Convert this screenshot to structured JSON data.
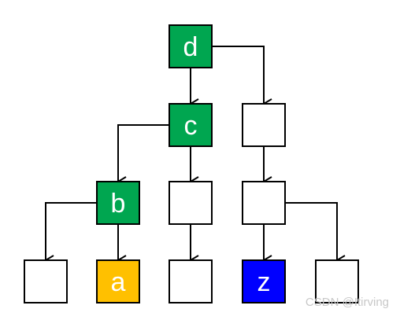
{
  "diagram": {
    "nodes": [
      {
        "id": "d",
        "label": "d",
        "fill": "#00a650",
        "text_color": "#ffffff"
      },
      {
        "id": "c",
        "label": "c",
        "fill": "#00a650",
        "text_color": "#ffffff"
      },
      {
        "id": "r1",
        "label": "",
        "fill": "#ffffff",
        "text_color": "#000000"
      },
      {
        "id": "b",
        "label": "b",
        "fill": "#00a650",
        "text_color": "#ffffff"
      },
      {
        "id": "c2",
        "label": "",
        "fill": "#ffffff",
        "text_color": "#000000"
      },
      {
        "id": "r2",
        "label": "",
        "fill": "#ffffff",
        "text_color": "#000000"
      },
      {
        "id": "l1",
        "label": "",
        "fill": "#ffffff",
        "text_color": "#000000"
      },
      {
        "id": "a",
        "label": "a",
        "fill": "#ffc000",
        "text_color": "#000000"
      },
      {
        "id": "l3",
        "label": "",
        "fill": "#ffffff",
        "text_color": "#000000"
      },
      {
        "id": "z",
        "label": "z",
        "fill": "#0000ff",
        "text_color": "#ffffff"
      },
      {
        "id": "l5",
        "label": "",
        "fill": "#ffffff",
        "text_color": "#000000"
      }
    ],
    "edges": [
      {
        "from": "d",
        "to": "c"
      },
      {
        "from": "d",
        "to": "r1"
      },
      {
        "from": "c",
        "to": "b"
      },
      {
        "from": "c",
        "to": "c2"
      },
      {
        "from": "r1",
        "to": "r2"
      },
      {
        "from": "b",
        "to": "l1"
      },
      {
        "from": "b",
        "to": "a"
      },
      {
        "from": "c2",
        "to": "l3"
      },
      {
        "from": "r2",
        "to": "z"
      },
      {
        "from": "r2",
        "to": "l5"
      }
    ],
    "colors": {
      "green": "#00a650",
      "orange": "#ffc000",
      "blue": "#0000ff",
      "stroke": "#000000"
    }
  },
  "watermark": "CSDN @Itirving"
}
